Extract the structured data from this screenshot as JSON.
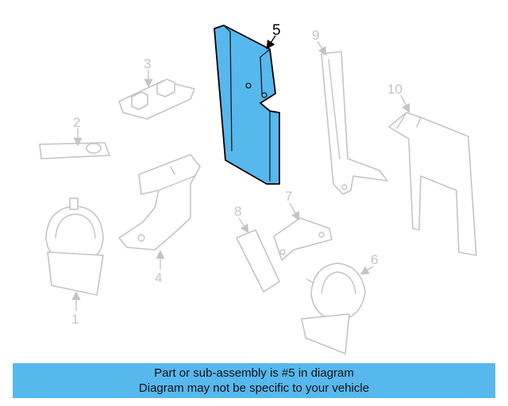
{
  "diagram": {
    "highlighted_part": "5",
    "callouts": [
      "1",
      "2",
      "3",
      "4",
      "5",
      "6",
      "7",
      "8",
      "9",
      "10"
    ],
    "highlight_color": "#57b8ee"
  },
  "banner": {
    "line1": "Part or sub-assembly is #5 in diagram",
    "line2": "Diagram may not be specific to your vehicle"
  }
}
